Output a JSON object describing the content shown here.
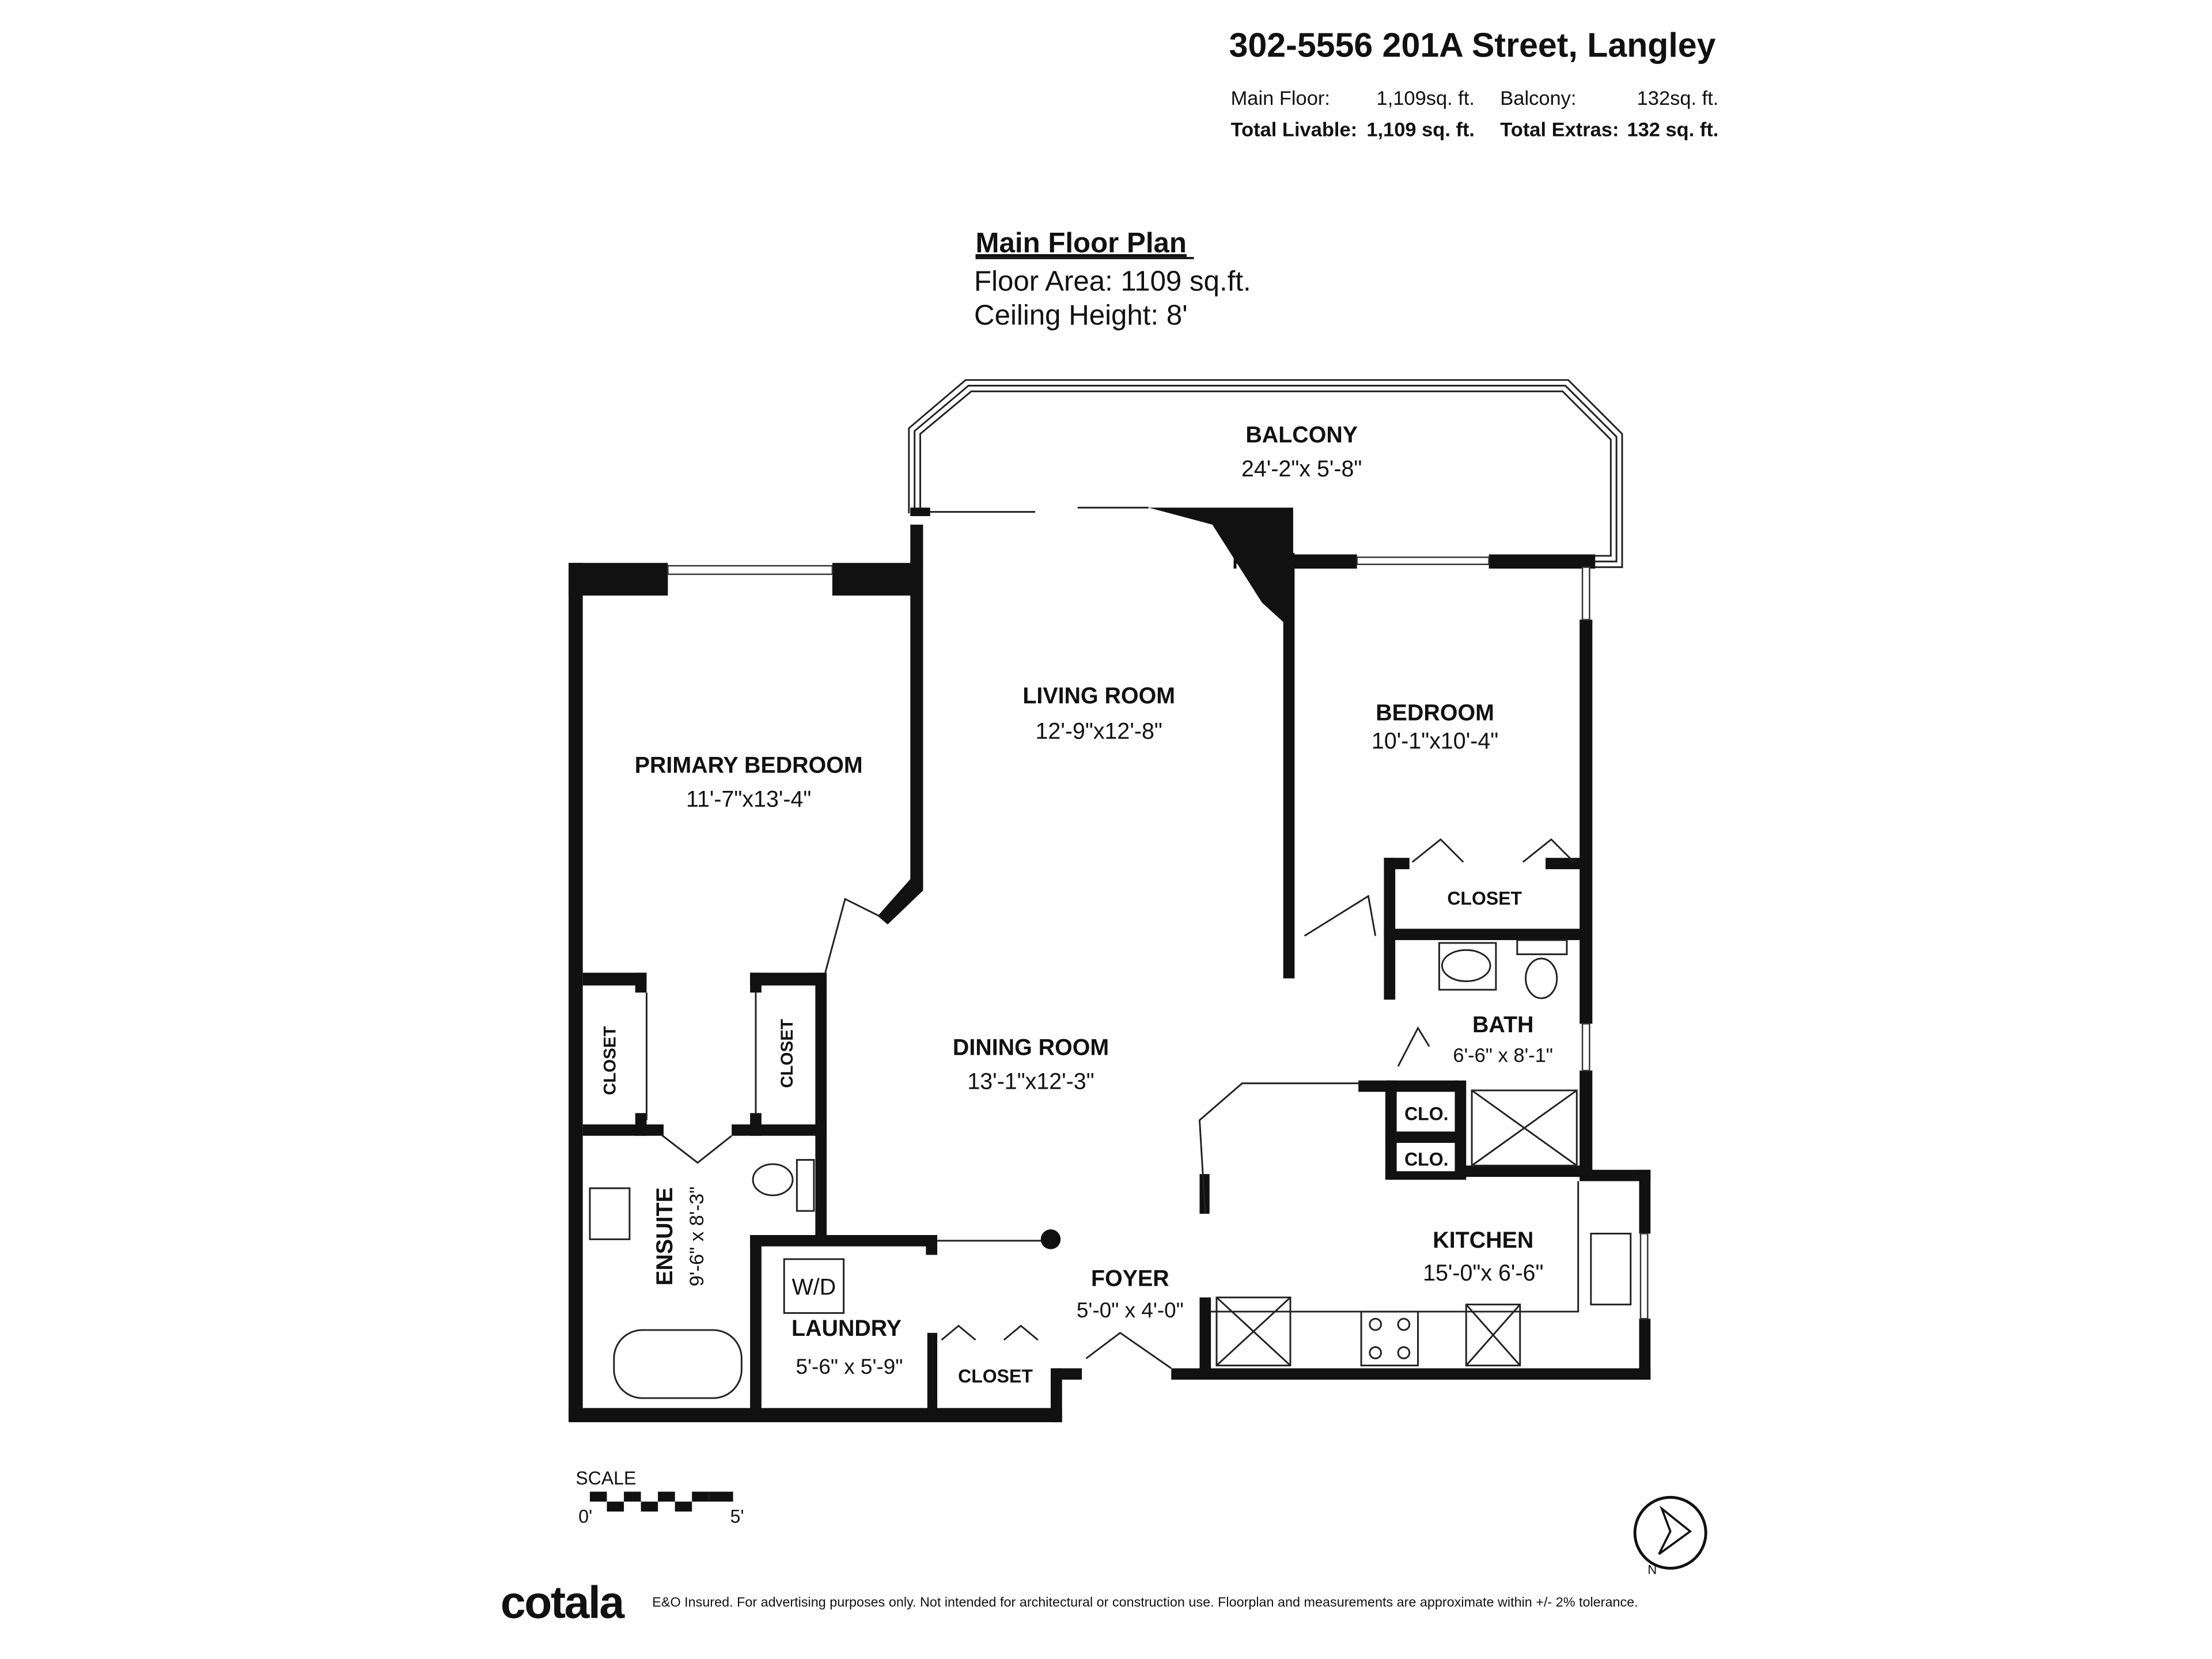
{
  "header": {
    "address": "302-5556 201A Street, Langley",
    "main_floor_label": "Main Floor:",
    "main_floor_value": "1,109sq. ft.",
    "balcony_label": "Balcony:",
    "balcony_value": "132sq. ft.",
    "total_livable_label": "Total Livable:",
    "total_livable_value": "1,109 sq. ft.",
    "total_extras_label": "Total Extras:",
    "total_extras_value": "132 sq. ft."
  },
  "plan_info": {
    "title": "Main Floor Plan",
    "floor_area": "Floor Area: 1109 sq.ft.",
    "ceiling_height": "Ceiling Height: 8'"
  },
  "rooms": {
    "balcony": {
      "name": "BALCONY",
      "size": "24'-2\"x  5'-8\""
    },
    "living": {
      "name": "LIVING ROOM",
      "size": "12'-9\"x12'-8\""
    },
    "fireplace": "FP",
    "bedroom": {
      "name": "BEDROOM",
      "size": "10'-1\"x10'-4\""
    },
    "primary": {
      "name": "PRIMARY BEDROOM",
      "size": "11'-7\"x13'-4\""
    },
    "closet_bedroom": "CLOSET",
    "bath": {
      "name": "BATH",
      "size": "6'-6\" x 8'-1\""
    },
    "dining": {
      "name": "DINING ROOM",
      "size": "13'-1\"x12'-3\""
    },
    "closet_left": "CLOSET",
    "closet_right": "CLOSET",
    "clo1": "CLO.",
    "clo2": "CLO.",
    "ensuite": {
      "name": "ENSUITE",
      "size": "9'-6\" x 8'-3\""
    },
    "wd": "W/D",
    "laundry": {
      "name": "LAUNDRY",
      "size": "5'-6\" x 5'-9\""
    },
    "closet_foyer": "CLOSET",
    "foyer": {
      "name": "FOYER",
      "size": "5'-0\" x 4'-0\""
    },
    "kitchen": {
      "name": "KITCHEN",
      "size": "15'-0\"x 6'-6\""
    }
  },
  "scale": {
    "label": "SCALE",
    "start": "0'",
    "end": "5'"
  },
  "compass": {
    "icon": "north-arrow-icon",
    "letter": "N"
  },
  "footer": {
    "logo": "cotala",
    "disclaimer": "E&O Insured. For advertising purposes only. Not intended for architectural or construction use. Floorplan and measurements are approximate within +/- 2% tolerance."
  }
}
